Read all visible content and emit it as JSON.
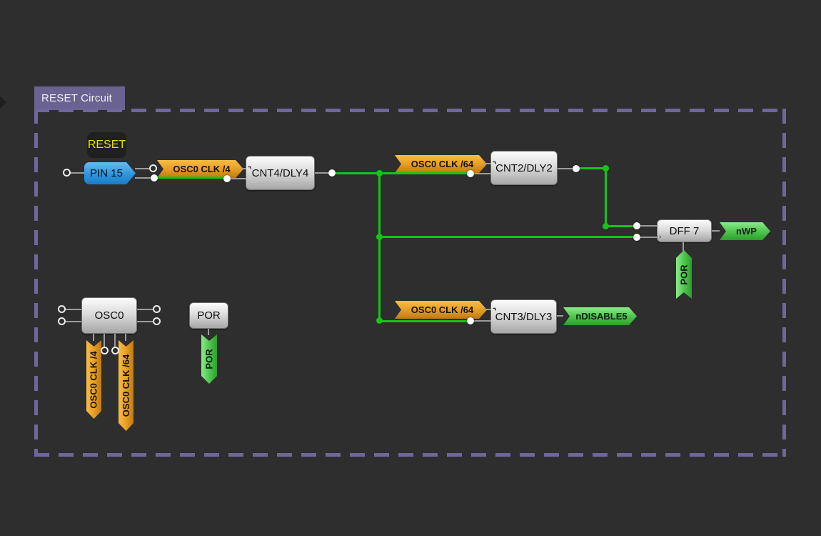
{
  "group": {
    "label": "RESET Circuit"
  },
  "net_labels": {
    "reset": "RESET"
  },
  "blocks": {
    "pin15": "PIN 15",
    "cnt4": "CNT4/DLY4",
    "cnt2": "CNT2/DLY2",
    "cnt3": "CNT3/DLY3",
    "dff7": "DFF 7",
    "osc0": "OSC0",
    "por": "POR"
  },
  "tags": {
    "osc0_clk4_to_cnt4": "OSC0 CLK /4",
    "osc0_clk64_to_cnt2": "OSC0 CLK /64",
    "osc0_clk64_to_cnt3": "OSC0 CLK /64",
    "nwp_out": "nWP",
    "ndisable5_out": "nDISABLE5",
    "por_to_dff7": "POR",
    "por_source": "POR",
    "osc0_clk4_source": "OSC0 CLK /4",
    "osc0_clk64_source": "OSC0 CLK /64"
  },
  "icons": {
    "clock_input": "›"
  },
  "colors": {
    "background": "#2e2e2e",
    "group_border": "#6e679c",
    "group_tab": "#6a6391",
    "wire_active": "#14c614",
    "wire_idle": "#9c9c9c",
    "tag_orange": "#e9a026",
    "tag_green": "#52c852",
    "pin_blue": "#2f95dd",
    "net_label_yellow": "#e3e000",
    "block_gray": "#dcdcdc"
  }
}
